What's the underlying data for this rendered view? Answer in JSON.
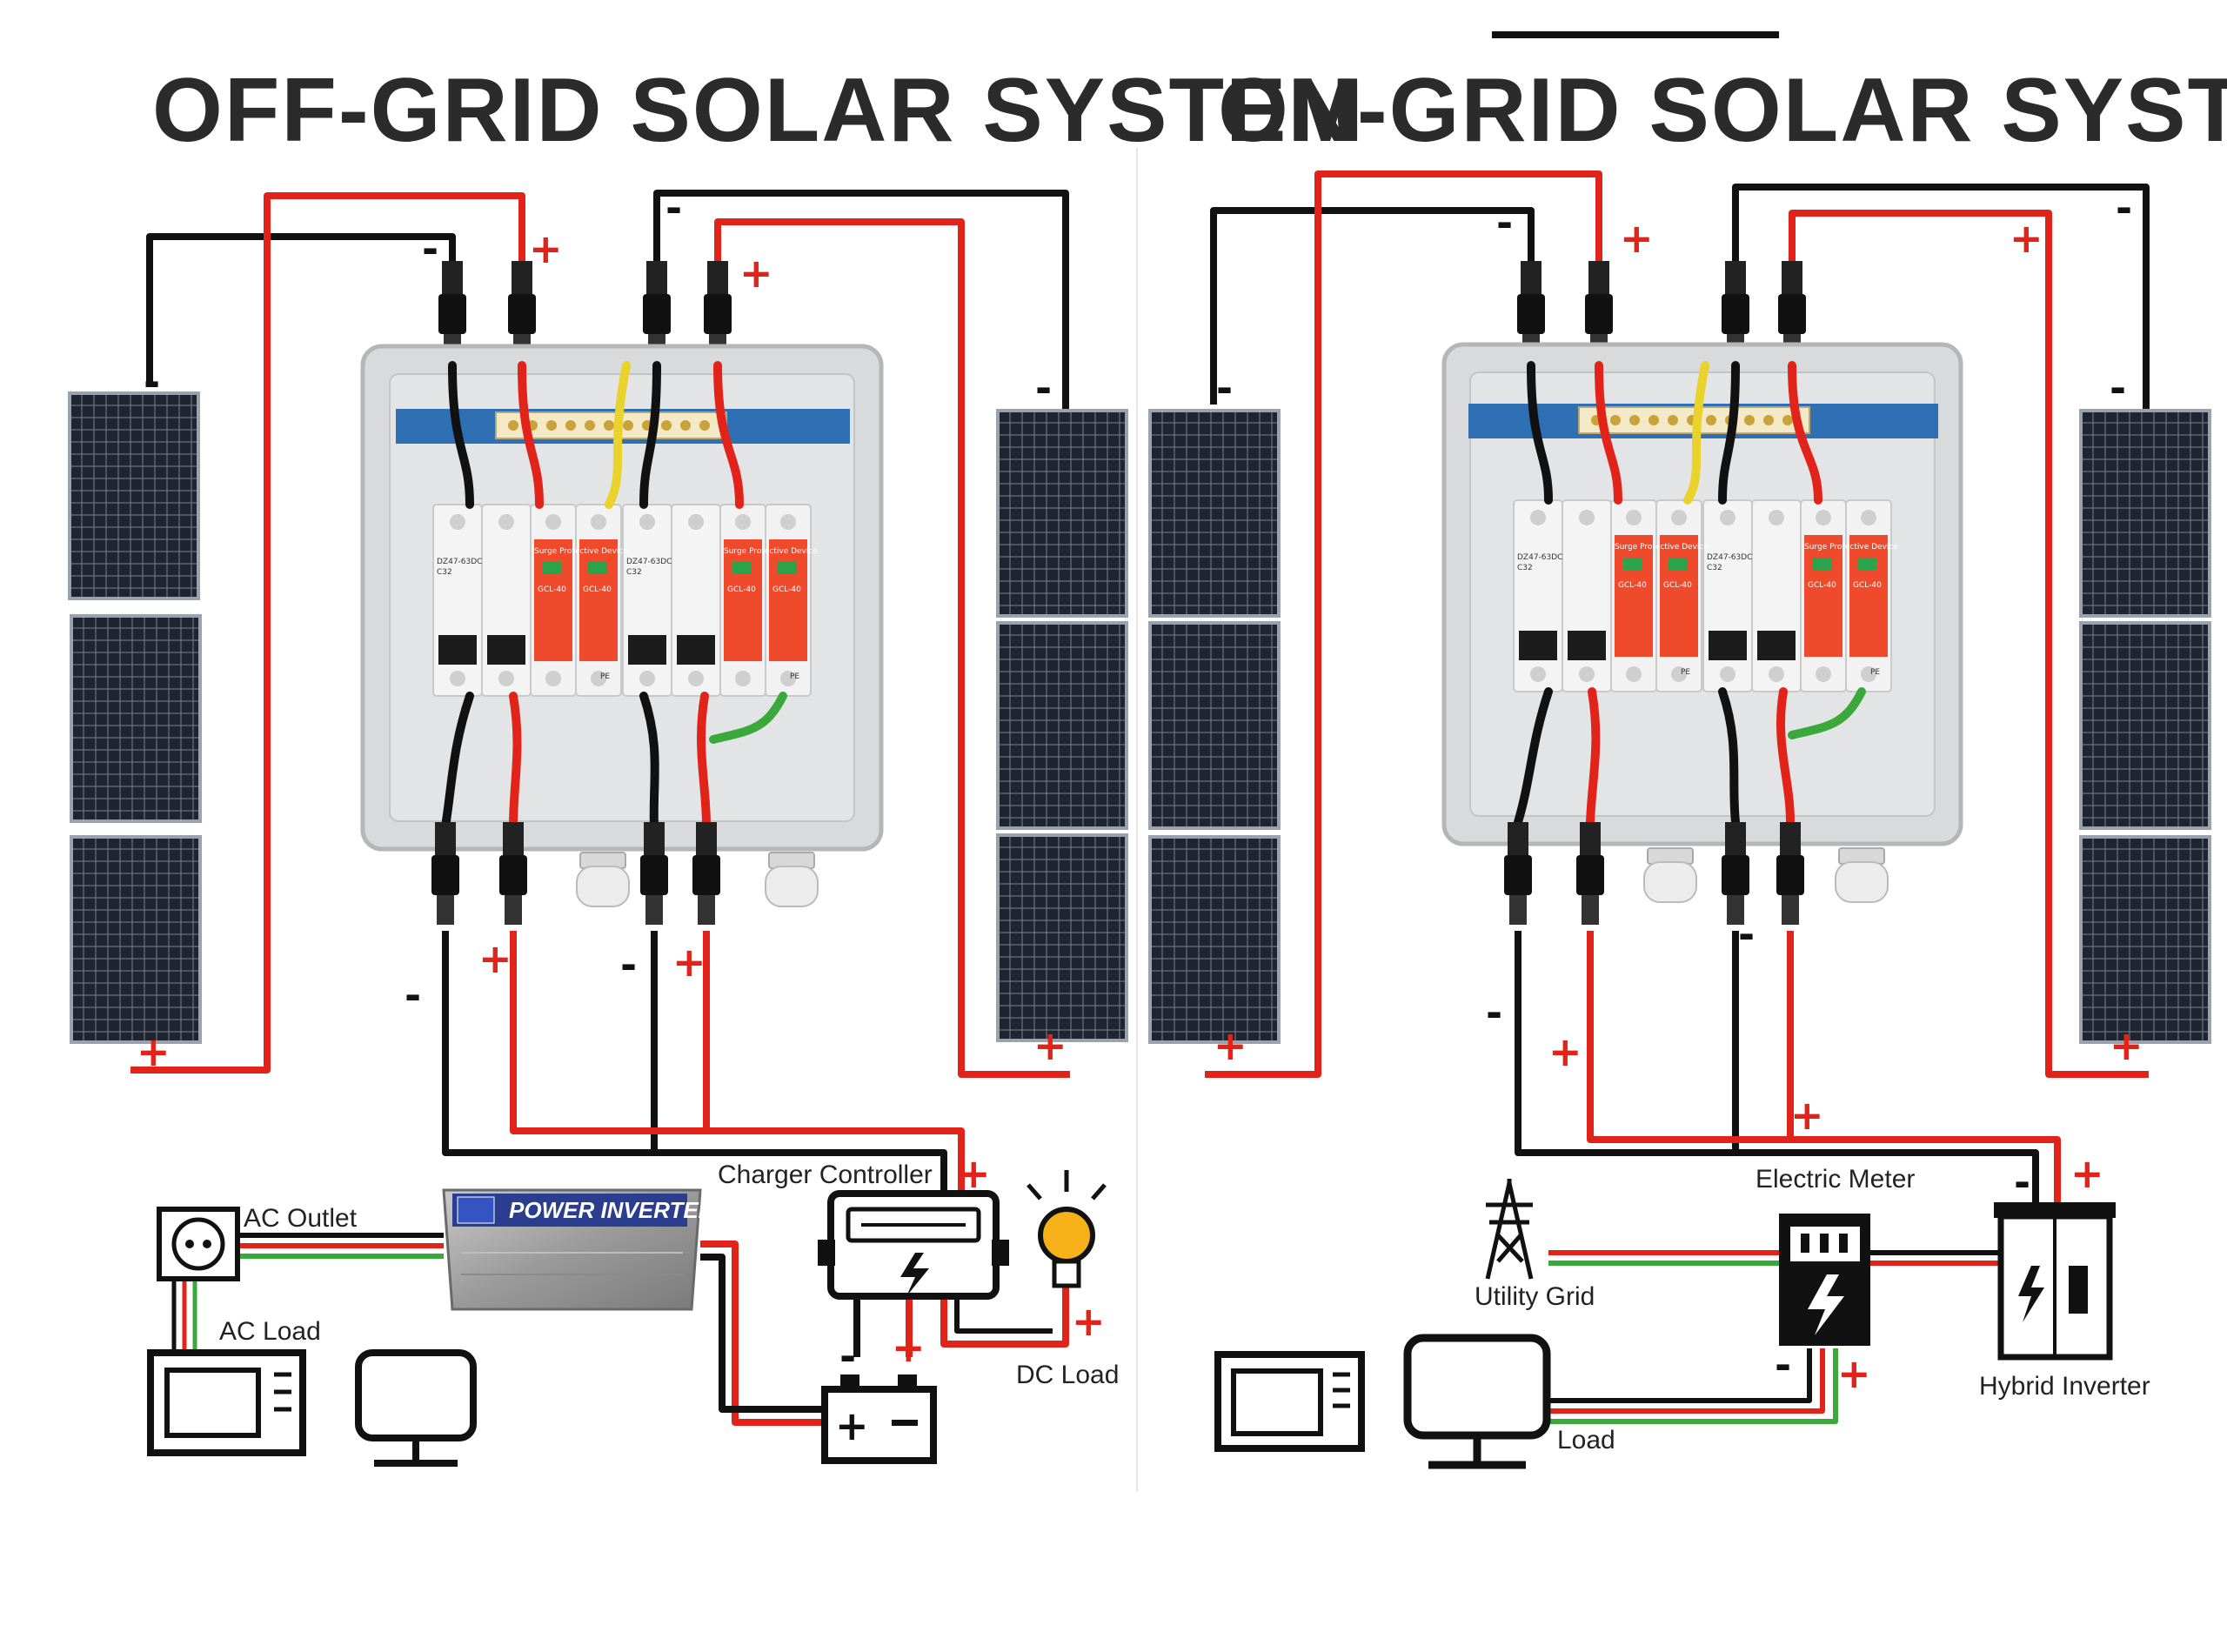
{
  "titles": {
    "off_grid": "OFF-GRID SOLAR SYSTEM",
    "on_grid": "ON-GRID SOLAR SYSTEM"
  },
  "signs": {
    "plus": "+",
    "minus": "-"
  },
  "off_grid": {
    "inverter_brand": "POWER INVERTER",
    "labels": {
      "ac_outlet": "AC Outlet",
      "ac_load": "AC Load",
      "charger_controller": "Charger Controller",
      "dc_load": "DC Load"
    }
  },
  "on_grid": {
    "labels": {
      "utility_grid": "Utility Grid",
      "electric_meter": "Electric Meter",
      "hybrid_inverter": "Hybrid Inverter",
      "load": "Load"
    }
  },
  "combiner_box": {
    "breaker_model": "DZ47-63DC",
    "breaker_rating": "C32",
    "spd_title": "Surge Protective Device",
    "spd_model": "GCL-40",
    "pe": "PE"
  },
  "colors": {
    "red_wire": "#e2231a",
    "black_wire": "#111111",
    "green_wire": "#3aa83a",
    "panel_cell": "#1e2530",
    "enclosure": "#d9dadb",
    "din_rail": "#2f6fb3",
    "spd_orange": "#ef4a2b"
  },
  "icons": [
    "solar-panel-icon",
    "combiner-box-icon",
    "ac-outlet-icon",
    "microwave-icon",
    "monitor-icon",
    "power-inverter-icon",
    "charge-controller-icon",
    "battery-icon",
    "light-bulb-icon",
    "utility-tower-icon",
    "electric-meter-icon",
    "hybrid-inverter-icon"
  ]
}
